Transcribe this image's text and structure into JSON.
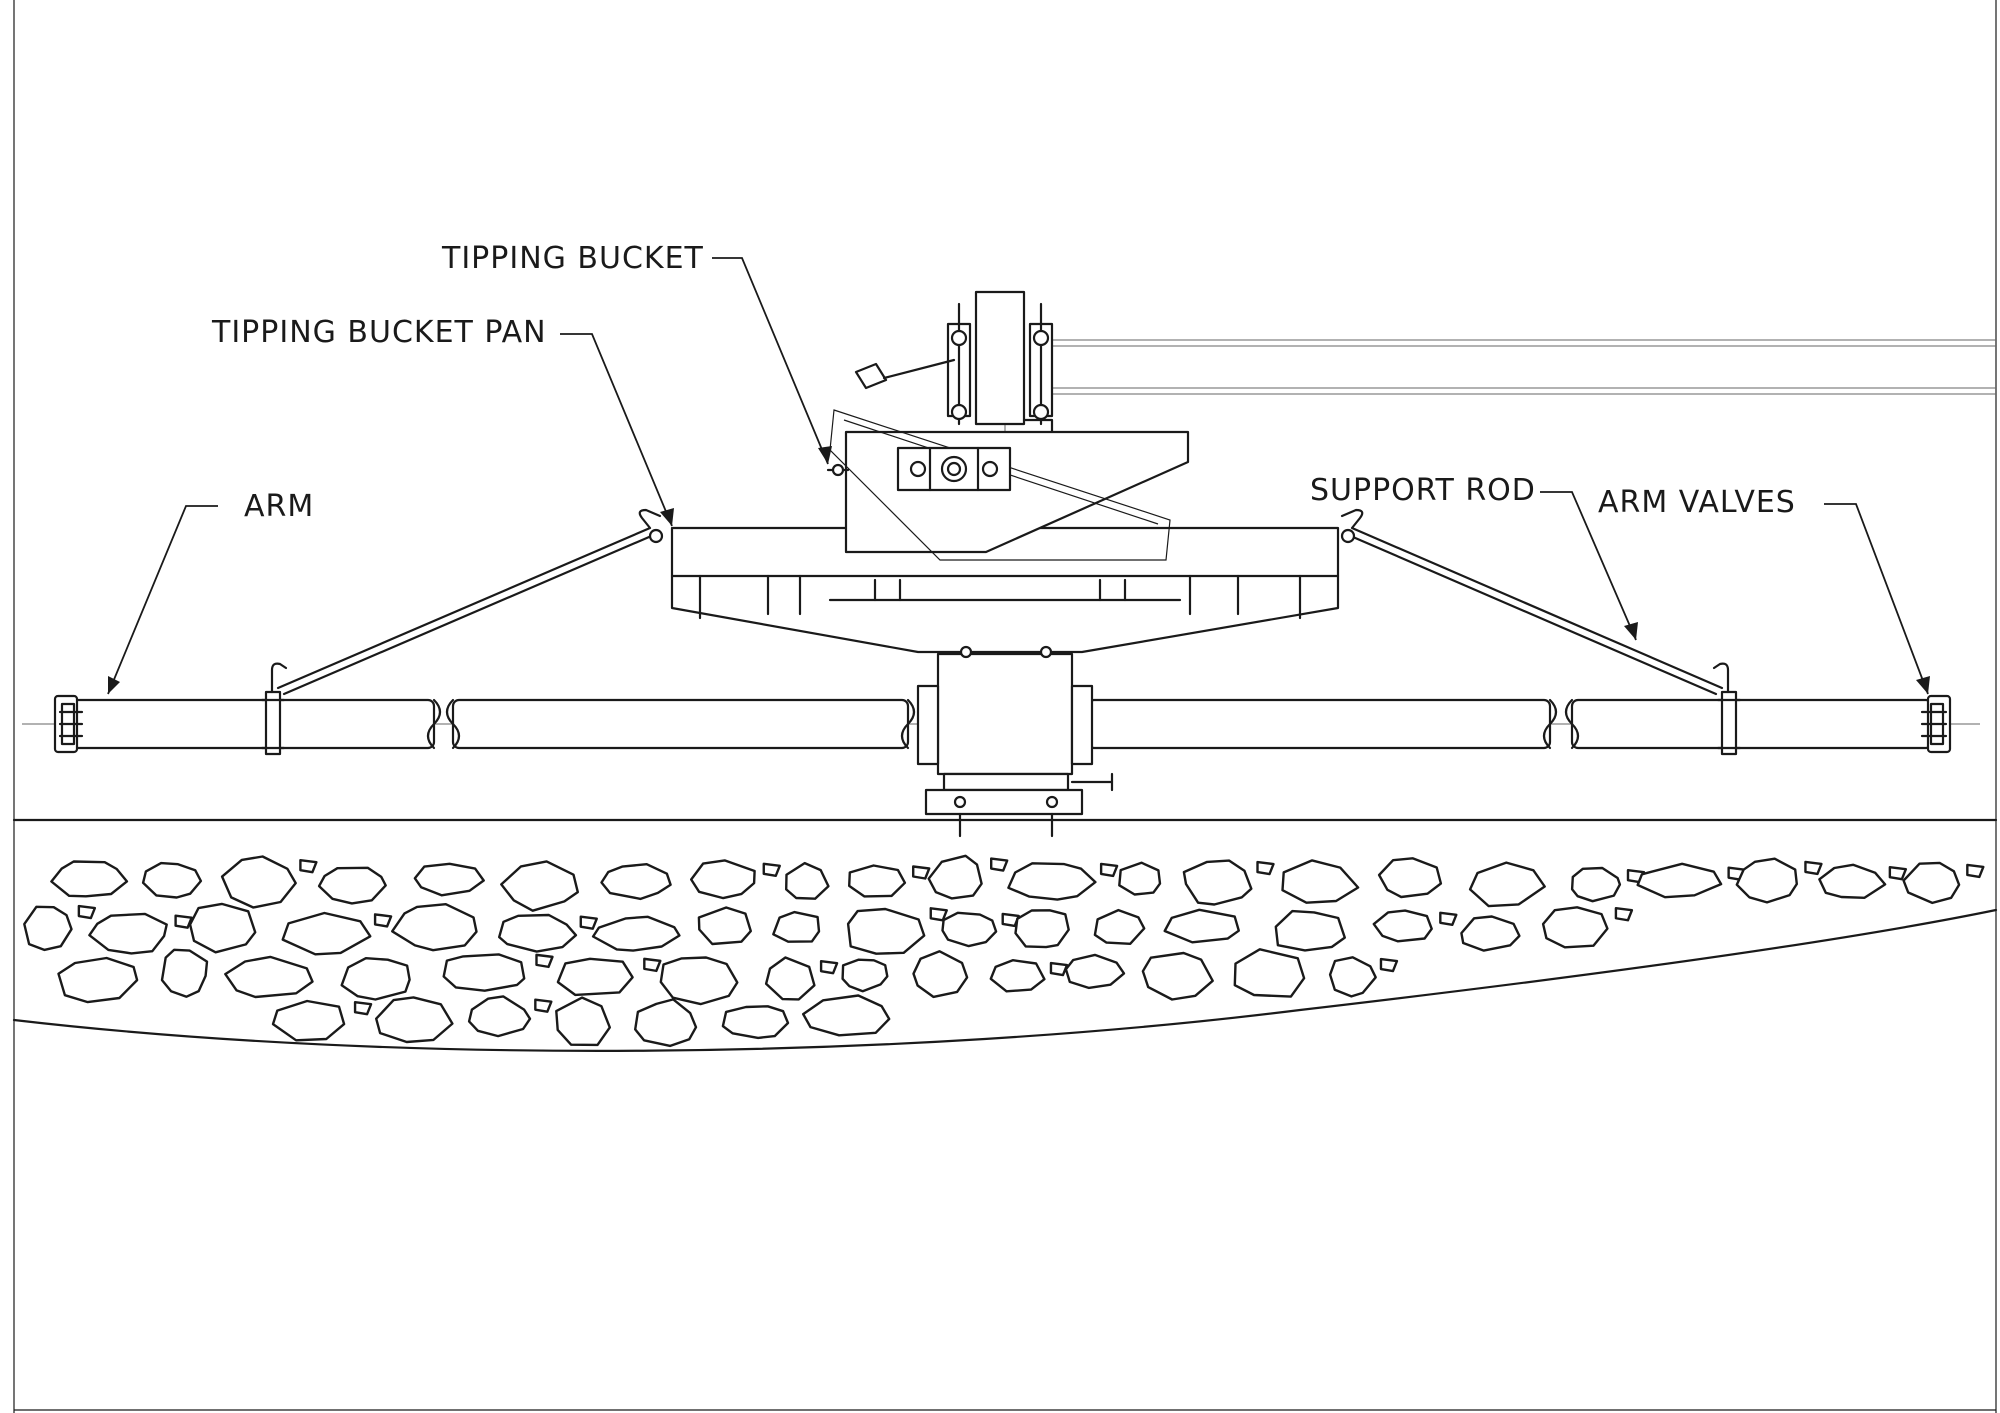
{
  "labels": {
    "tipping_bucket": "TIPPING BUCKET",
    "tipping_bucket_pan": "TIPPING BUCKET PAN",
    "arm": "ARM",
    "support_rod": "SUPPORT ROD",
    "arm_valves": "ARM VALVES"
  },
  "colors": {
    "line": "#1a1a1a",
    "background": "#ffffff"
  }
}
